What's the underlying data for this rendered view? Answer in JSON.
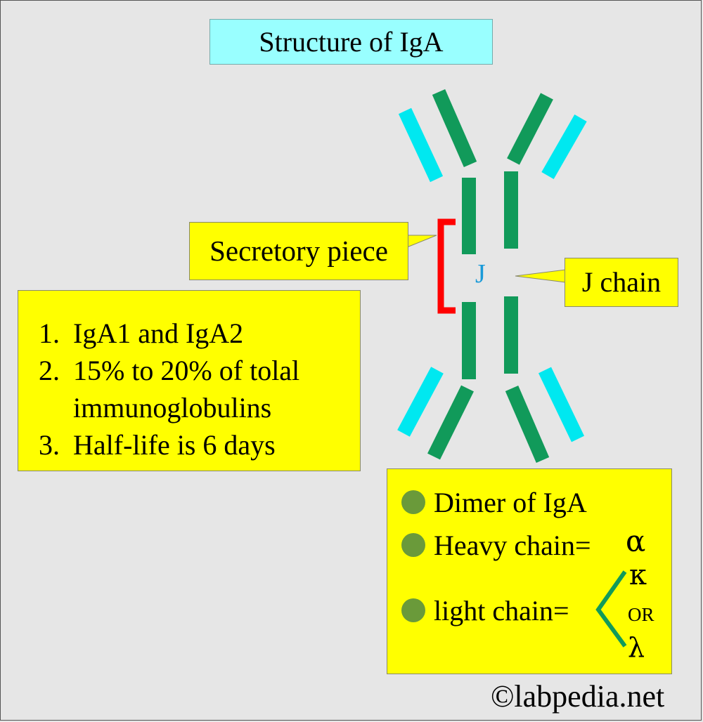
{
  "title": "Structure of IgA",
  "labels": {
    "secretory_piece": "Secretory piece",
    "j_chain": "J chain",
    "j_symbol": "J"
  },
  "facts": [
    {
      "num": "1.",
      "text": "IgA1 and IgA2"
    },
    {
      "num": "2.",
      "text": "15% to 20% of  tolal immunoglobulins"
    },
    {
      "num": "3.",
      "text": "Half-life is 6 days"
    }
  ],
  "info": {
    "dimer": "Dimer of IgA",
    "heavy": "Heavy chain=",
    "heavy_symbol": "α",
    "light": "light chain=",
    "kappa": "κ",
    "or": "OR",
    "lambda": "λ"
  },
  "copyright": "©labpedia.net",
  "colors": {
    "background": "#e6e6e6",
    "title_box": "#99ffff",
    "yellow_box": "#ffff00",
    "heavy_chain": "#119a5a",
    "light_chain": "#00e8f0",
    "secretory_bracket": "#ff0000",
    "j_chain": "#1a9ad8",
    "bullet": "#6a9a3a"
  }
}
